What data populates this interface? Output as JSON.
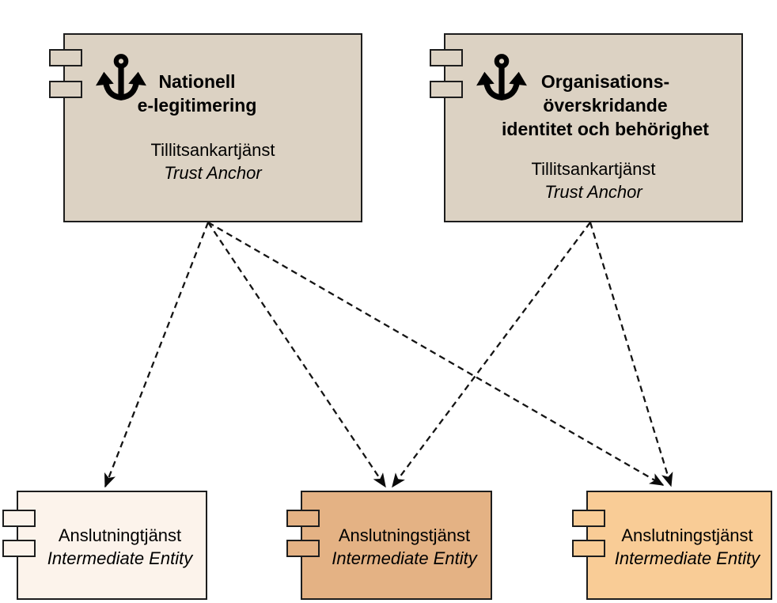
{
  "colors": {
    "background": "#ffffff",
    "box_border": "#1d1d1d",
    "edge": "#141414",
    "trust_anchor_fill": "#dcd2c3",
    "intermediate_fills": [
      "#fcf3eb",
      "#e4b284",
      "#f9cc96"
    ],
    "text": "#000000"
  },
  "trust_anchors": [
    {
      "id": "trust-anchor-1",
      "title_lines": [
        "Nationell",
        "e-legitimering"
      ],
      "subtitle": "Tillitsankartjänst",
      "subtitle_en": "Trust Anchor",
      "fill": "#dcd2c3",
      "icon": "anchor-icon"
    },
    {
      "id": "trust-anchor-2",
      "title_lines": [
        "Organisations-",
        "överskridande",
        "identitet och behörighet"
      ],
      "subtitle": "Tillitsankartjänst",
      "subtitle_en": "Trust Anchor",
      "fill": "#dcd2c3",
      "icon": "anchor-icon"
    }
  ],
  "intermediates": [
    {
      "id": "intermediate-1",
      "name": "Anslutningtjänst",
      "role_en": "Intermediate Entity",
      "fill": "#fcf3eb"
    },
    {
      "id": "intermediate-2",
      "name": "Anslutningstjänst",
      "role_en": "Intermediate Entity",
      "fill": "#e4b284"
    },
    {
      "id": "intermediate-3",
      "name": "Anslutningstjänst",
      "role_en": "Intermediate Entity",
      "fill": "#f9cc96"
    }
  ],
  "edges": [
    {
      "from": "trust-anchor-1",
      "to": "intermediate-1",
      "style": "dashed-arrow"
    },
    {
      "from": "trust-anchor-1",
      "to": "intermediate-2",
      "style": "dashed-arrow"
    },
    {
      "from": "trust-anchor-1",
      "to": "intermediate-3",
      "style": "dashed-arrow"
    },
    {
      "from": "trust-anchor-2",
      "to": "intermediate-2",
      "style": "dashed-arrow"
    },
    {
      "from": "trust-anchor-2",
      "to": "intermediate-3",
      "style": "dashed-arrow"
    }
  ]
}
